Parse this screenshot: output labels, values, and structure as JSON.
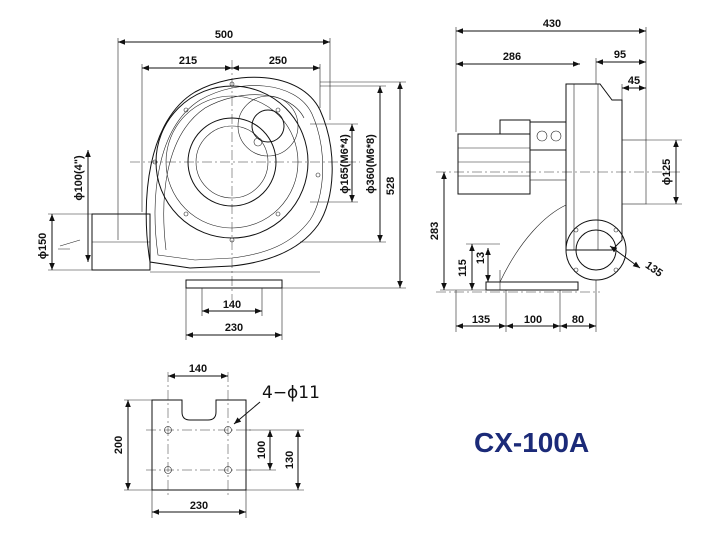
{
  "model": "CX-100A",
  "front_view": {
    "dims": {
      "overall_width": "500",
      "left_width": "215",
      "right_width": "250",
      "base_pitch": "140",
      "base_width": "230",
      "outlet_height": "ϕ150",
      "inlet_diameter": "ϕ100(4\")",
      "bolt_circle_small": "ϕ165(M6*4)",
      "bolt_circle_large": "ϕ360(M6*8)",
      "overall_height": "528"
    }
  },
  "side_view": {
    "dims": {
      "overall_depth": "430",
      "motor_length": "286",
      "flange_depth": "95",
      "flange_offset": "45",
      "outlet_diameter": "ϕ125",
      "outlet_flange": "135",
      "center_height": "283",
      "foot_height": "115",
      "foot_thickness": "13",
      "base_left": "135",
      "base_mid": "100",
      "base_right": "80"
    }
  },
  "base_plate": {
    "holes_label": "4−ϕ11",
    "dims": {
      "hole_pitch_x": "140",
      "width": "230",
      "height": "200",
      "hole_pitch_y": "100",
      "hole_offset_y": "130"
    }
  }
}
